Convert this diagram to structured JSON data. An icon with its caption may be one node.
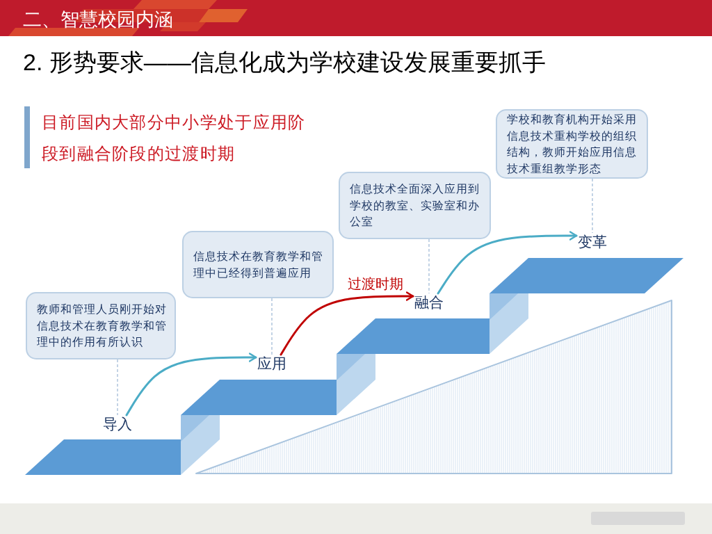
{
  "diagram": {
    "title": "2. 形势要求——信息化成为学校建设发展重要抓手",
    "nodes": [
      {
        "text": [
          "教师和管理人员刚开始对信息技术在教育教学和管理中的作用有所认识"
        ]
      },
      {
        "text": [
          "导入"
        ]
      },
      {
        "text": [
          "信息技术在教育教学和管理中已经得到普遍应用"
        ]
      },
      {
        "text": [
          "应用"
        ]
      },
      {
        "text": [
          "信息技术全面深入应用到学校的教室、实验室和办公室"
        ]
      },
      {
        "text": [
          "融合"
        ]
      },
      {
        "text": [
          "学校和教育机构开始采用信息技术重构学校的组织结构，教师开始应用信息技术重组教学形态"
        ]
      },
      {
        "text": [
          "变革"
        ]
      }
    ],
    "edges": [
      {
        "from": 0,
        "to": 1,
        "arrow": "none",
        "style": "dashed"
      },
      {
        "from": 1,
        "to": 3,
        "arrow": "to",
        "style": "thick",
        "color": "#4bacc6"
      },
      {
        "from": 2,
        "to": 3,
        "arrow": "none",
        "style": "dashed"
      },
      {
        "from": 3,
        "to": 5,
        "arrow": "to",
        "label": "过渡时期",
        "style": "thick",
        "color": "#c00000"
      },
      {
        "from": 4,
        "to": 5,
        "arrow": "none",
        "style": "dashed"
      },
      {
        "from": 5,
        "to": 7,
        "arrow": "to",
        "style": "thick",
        "color": "#4bacc6"
      },
      {
        "from": 6,
        "to": 7,
        "arrow": "none",
        "style": "dashed"
      }
    ],
    "labels": [
      "二、智慧校园内涵",
      "目前国内大部分中小学处于应用阶段到融合阶段的过渡时期"
    ]
  }
}
